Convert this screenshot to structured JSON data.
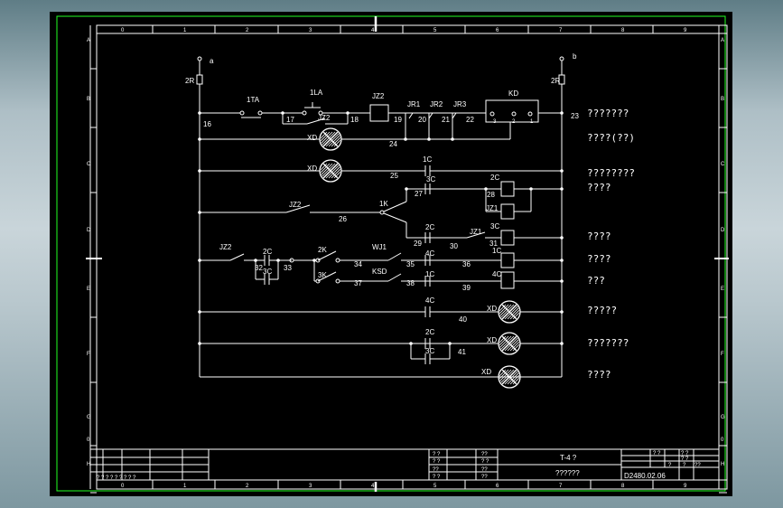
{
  "border": {
    "top_cols": [
      "0",
      "1",
      "2",
      "3",
      "4",
      "5",
      "6",
      "7",
      "8",
      "9"
    ],
    "bottom_cols": [
      "0",
      "1",
      "2",
      "3",
      "4",
      "5",
      "6",
      "7",
      "8",
      "9"
    ],
    "rows": [
      "A",
      "B",
      "C",
      "D",
      "E",
      "F",
      "G",
      "H"
    ]
  },
  "nodes": {
    "a": "a",
    "b": "b",
    "n16": "16",
    "n17": "17",
    "n18": "18",
    "n19": "19",
    "n20": "20",
    "n21": "21",
    "n22": "22",
    "n23": "23",
    "n24": "24",
    "n25": "25",
    "n26": "26",
    "n27": "27",
    "n28": "28",
    "n29": "29",
    "n30": "30",
    "n31": "31",
    "n32": "32",
    "n33": "33",
    "n34": "34",
    "n35": "35",
    "n36": "36",
    "n37": "37",
    "n38": "38",
    "n39": "39",
    "n40": "40",
    "n41": "41"
  },
  "components": {
    "r2_left": "2R",
    "r2_right": "2R",
    "ta1": "1TA",
    "la1": "1LA",
    "jz2_sw": "JZ2",
    "jz2_coil": "JZ2",
    "jr1": "JR1",
    "jr2": "JR2",
    "jr3": "JR3",
    "kd": "KD",
    "kd_p3": "3",
    "kd_p2": "2",
    "kd_p1": "1",
    "xd1": "XD",
    "xd2": "XD",
    "xd3": "XD",
    "xd4": "XD",
    "xd5": "XD",
    "c1_a": "1C",
    "c3_a": "3C",
    "c2_coil": "2C",
    "jz1_coil": "JZ1",
    "jz2_b": "JZ2",
    "k1": "1K",
    "c2_b": "2C",
    "jz1_c": "JZ1",
    "c3_coil": "3C",
    "jz2_c": "JZ2",
    "c2_c": "2C",
    "c3_b": "3C",
    "k2": "2K",
    "k3": "3K",
    "wj1": "WJ1",
    "ksd": "KSD",
    "c4_a": "4C",
    "c1_coil": "1C",
    "c1_b": "1C",
    "c4_coil": "4C",
    "c4_b": "4C",
    "c2_d": "2C",
    "c3_d": "3C"
  },
  "right_labels": [
    "???????",
    "????(??)",
    "????????",
    "????",
    "????",
    "????",
    "???",
    "?????",
    "???????",
    "????"
  ],
  "title_block": {
    "drawing_title": "T-4 ?",
    "subtitle": "??????",
    "drawing_no": "D2480.02.06",
    "mark_a": "?  ?",
    "mark_b": "?  ?",
    "mark_c": "??",
    "mark_d": "?  ?",
    "mark_e": "??",
    "mark_f": "?  ?",
    "mark_g": "??",
    "mark_h": "??",
    "mark_i": "?  ?",
    "mark_j": "?  ?",
    "mark_k": "?  ?",
    "cell_1": "?",
    "cell_2": "?",
    "cell_3": "??",
    "bottom_left": "?  ?    ? ? ?     ?  ?    ? ?"
  }
}
